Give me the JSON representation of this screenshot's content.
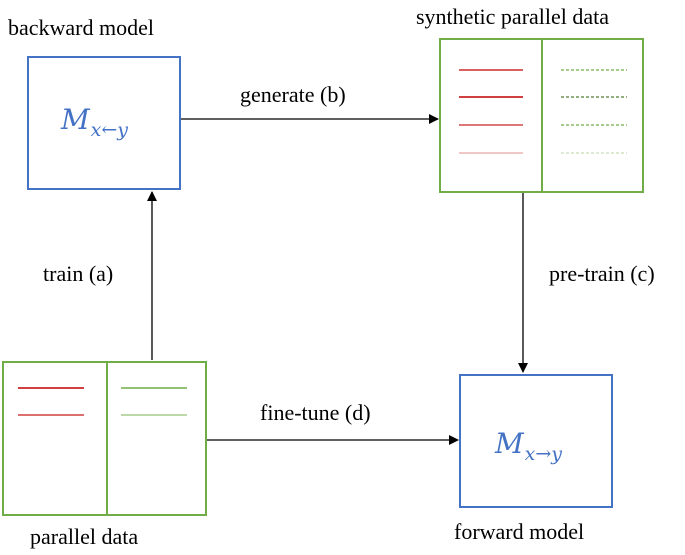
{
  "nodes": {
    "backward_model": {
      "title": "backward model",
      "symbol_main": "M",
      "symbol_sub": "x←y"
    },
    "forward_model": {
      "title": "forward model",
      "symbol_main": "M",
      "symbol_sub": "x→y"
    },
    "synthetic_data": {
      "title": "synthetic parallel data"
    },
    "parallel_data": {
      "title": "parallel data"
    }
  },
  "edges": {
    "train": "train (a)",
    "generate": "generate (b)",
    "pretrain": "pre-train (c)",
    "finetune": "fine-tune (d)"
  },
  "colors": {
    "model_border": "#4472C4",
    "data_border": "#70AD47",
    "source_line": "#C00000",
    "target_line": "#70AD47"
  }
}
